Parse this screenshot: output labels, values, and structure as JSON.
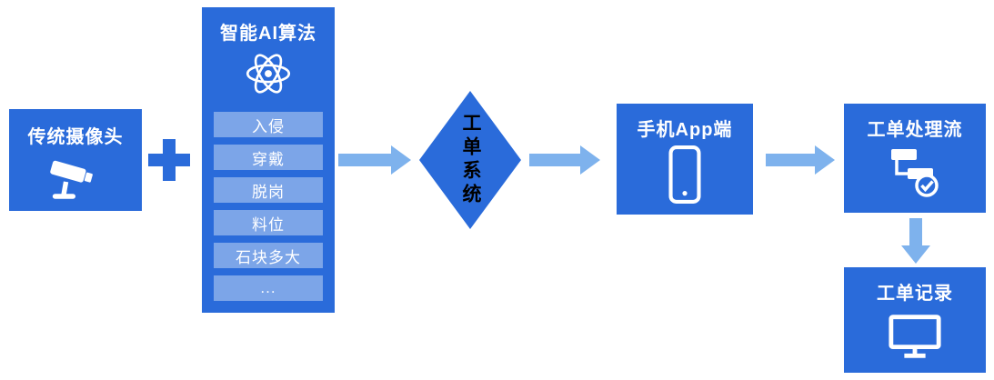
{
  "diagram": {
    "colors": {
      "primary": "#2A6BDA",
      "list_item": "#7CA5E8",
      "arrow": "#7EB2ED"
    },
    "nodes": {
      "camera": {
        "label": "传统摄像头",
        "icon": "cctv-camera-icon"
      },
      "plus": {
        "icon": "plus-icon",
        "symbol": "+"
      },
      "ai": {
        "title": "智能AI算法",
        "icon": "atom-icon",
        "items": [
          "入侵",
          "穿戴",
          "脱岗",
          "料位",
          "石块多大",
          "..."
        ]
      },
      "work_order_system": {
        "label": "工单系统",
        "shape": "diamond"
      },
      "mobile_app": {
        "label": "手机App端",
        "icon": "smartphone-icon"
      },
      "work_order_flow": {
        "label": "工单处理流",
        "icon": "flowchart-check-icon"
      },
      "work_order_record": {
        "label": "工单记录",
        "icon": "monitor-icon"
      }
    }
  }
}
